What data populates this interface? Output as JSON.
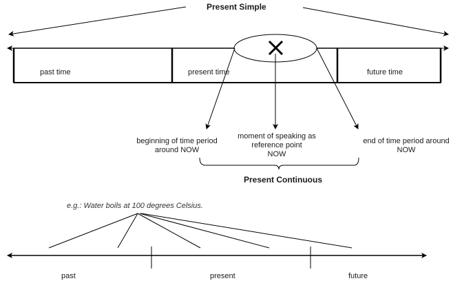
{
  "top_diagram": {
    "title": "Present Simple",
    "segments": [
      {
        "label": "past time"
      },
      {
        "label": "present time"
      },
      {
        "label": "future time"
      }
    ],
    "reference_marker": "X",
    "pointers": [
      {
        "label_line1": "beginning of time period",
        "label_line2": "around NOW"
      },
      {
        "label_line1": "moment of speaking as",
        "label_line2": "reference point",
        "label_line3": "NOW"
      },
      {
        "label_line1": "end of time period around",
        "label_line2": "NOW"
      }
    ],
    "brace_label": "Present Continuous"
  },
  "bottom_diagram": {
    "example_prefix": "e.g.:",
    "example_text": "Water boils at 100 degrees Celsius.",
    "timeline_labels": [
      "past",
      "present",
      "future"
    ]
  }
}
